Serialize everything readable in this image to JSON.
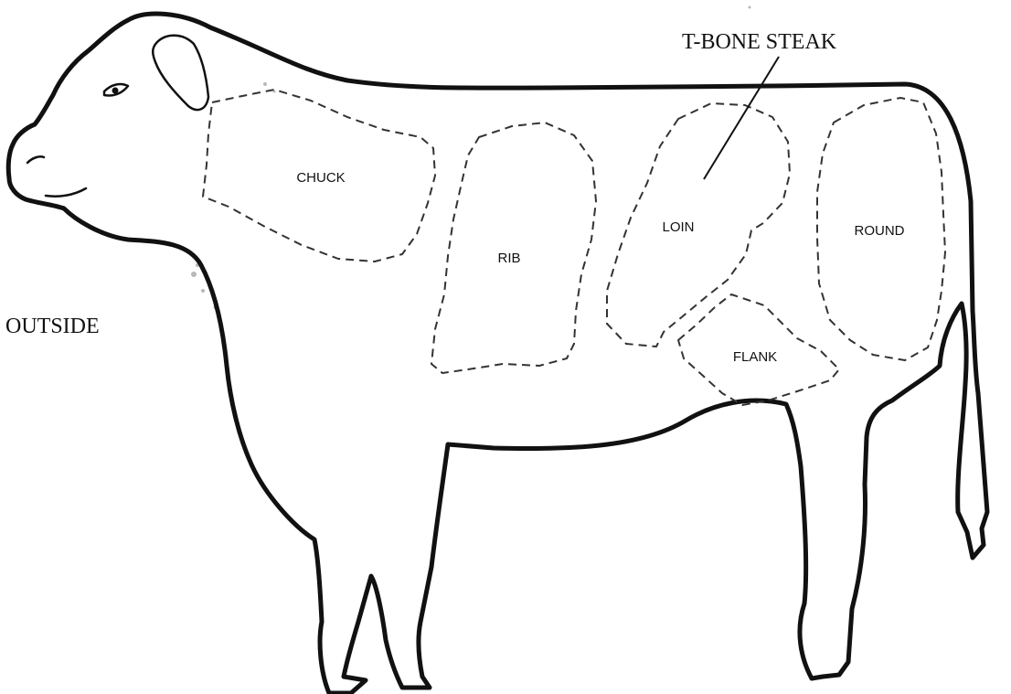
{
  "labels": {
    "t_bone_steak": "T-BONE STEAK",
    "outside": "OUTSIDE"
  },
  "cuts": {
    "chuck": "CHUCK",
    "rib": "RIB",
    "loin": "LOIN",
    "round": "ROUND",
    "flank": "FLANK"
  }
}
